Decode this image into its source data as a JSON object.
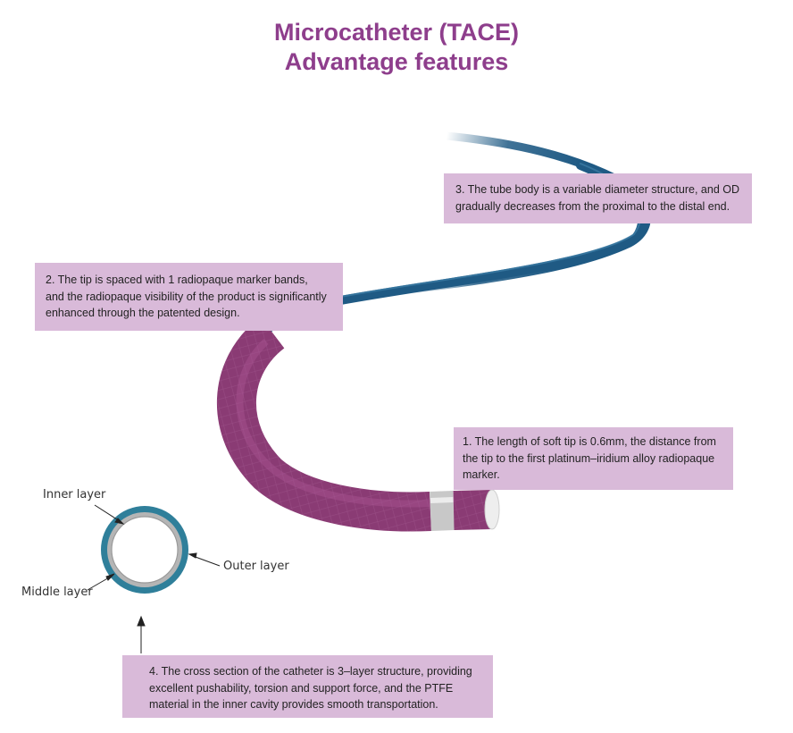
{
  "title": {
    "line1": "Microcatheter (TACE)",
    "line2": "Advantage features"
  },
  "callouts": [
    {
      "number": "1",
      "lines": [
        "1. The length of soft tip is 0.6mm, the distance from",
        "the tip to the first platinum–iridium alloy radiopaque",
        "marker."
      ]
    },
    {
      "number": "2",
      "lines": [
        "2. The tip is spaced with 1 radiopaque marker bands,",
        "and the radiopaque visibility of the product is significantly",
        "enhanced through the patented design."
      ]
    },
    {
      "number": "3",
      "lines": [
        "3. The tube body is a variable diameter structure, and OD",
        "gradually decreases from the proximal to the distal end."
      ]
    },
    {
      "number": "4",
      "lines": [
        "4. The cross section of the catheter is 3–layer structure, providing",
        "excellent pushability, torsion and support force, and the PTFE",
        "material in the inner cavity provides smooth transportation."
      ]
    }
  ],
  "cross_section": {
    "labels": {
      "inner": "Inner layer",
      "middle": "Middle layer",
      "outer": "Outer layer"
    }
  },
  "colors": {
    "title": "#8e3e8c",
    "callout_background": "#d9bad9",
    "catheter_proximal": "#1f5a84",
    "catheter_distal": "#8a3b74",
    "marker_band": "#c8c8c8",
    "outer_layer": "#2f7f9a",
    "middle_layer": "#b5b5b5"
  }
}
